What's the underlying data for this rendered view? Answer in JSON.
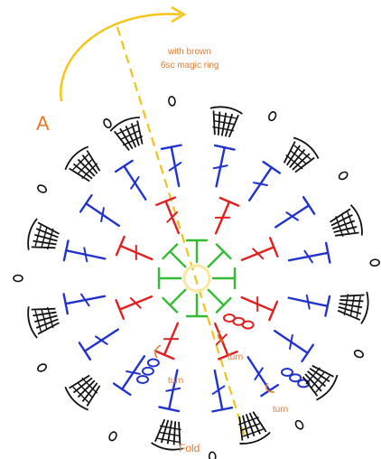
{
  "labels": {
    "section_letter": "A",
    "note_line1": "with brown",
    "note_line2": "6sc magic ring",
    "turn_1": "turn",
    "turn_2": "turn",
    "turn_3": "turn",
    "fold": "Fold"
  },
  "colors": {
    "round1_green": "#33bb33",
    "round2_red": "#e02020",
    "round3_blue": "#2233cc",
    "round4_black": "#111111",
    "annotation_orange": "#e87a2a",
    "fold_line_yellow": "#f0c419",
    "center_ring_yellow": "#f7e7a0",
    "arrow_yellow": "#f5c518"
  },
  "icons": {
    "flip_arrow": "curved-arrow-icon",
    "turn_marker": "turn-arrow-icon",
    "chain": "chain-stitch-icon",
    "slip": "slip-stitch-icon"
  }
}
